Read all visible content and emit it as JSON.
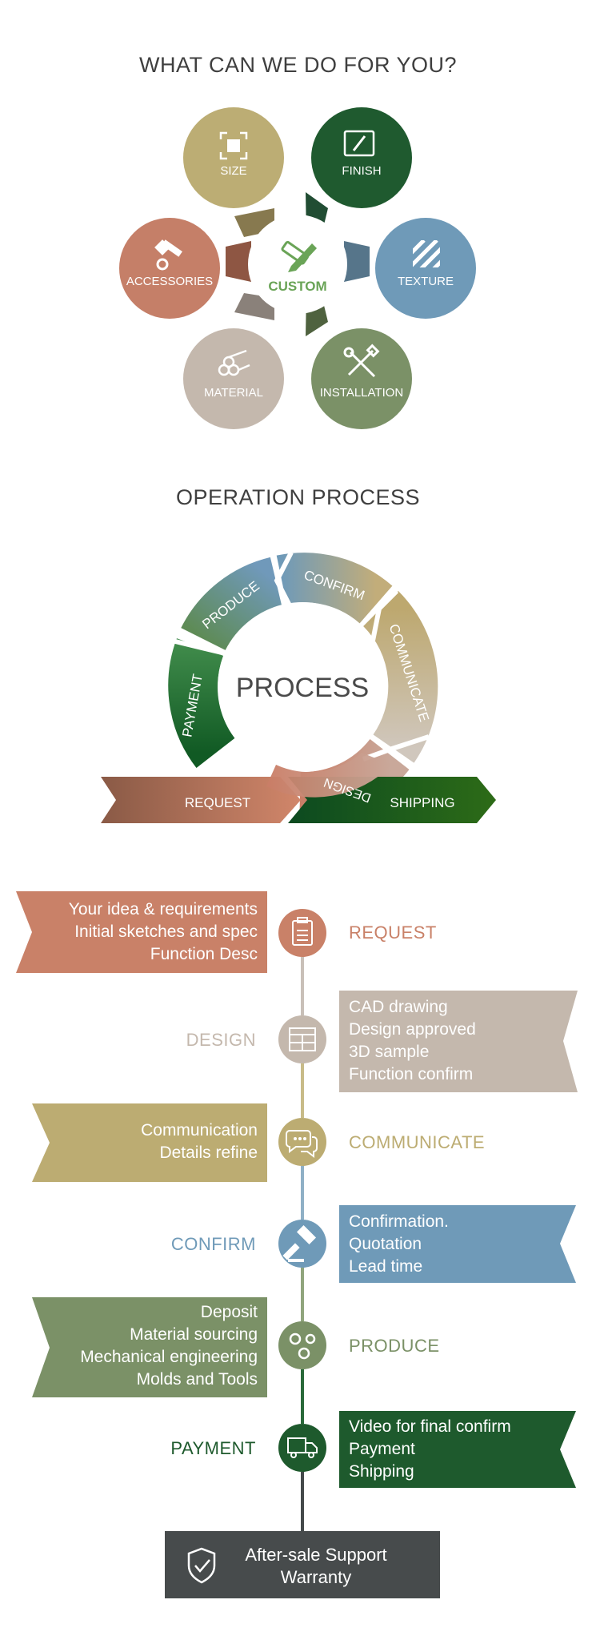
{
  "sections": {
    "services_title": "WHAT CAN WE DO FOR YOU?",
    "process_title": "OPERATION PROCESS"
  },
  "services": {
    "center_label": "CUSTOM",
    "items": [
      {
        "label": "SIZE",
        "color": "#bcad74",
        "icon": "crop-square-icon"
      },
      {
        "label": "FINISH",
        "color": "#1f5a2f",
        "icon": "pen-square-icon"
      },
      {
        "label": "TEXTURE",
        "color": "#6f9ab8",
        "icon": "stripes-icon"
      },
      {
        "label": "INSTALLATION",
        "color": "#7b9167",
        "icon": "tools-icon"
      },
      {
        "label": "MATERIAL",
        "color": "#c4b8ad",
        "icon": "logs-icon"
      },
      {
        "label": "ACCESSORIES",
        "color": "#c57f68",
        "icon": "bolt-icon"
      }
    ]
  },
  "cycle": {
    "center_label": "PROCESS",
    "segments": [
      "CONFIRM",
      "COMMUNICATE",
      "DESIGN",
      "PAYMENT",
      "PRODUCE"
    ],
    "request_label": "REQUEST",
    "shipping_label": "SHIPPING"
  },
  "timeline": {
    "rows": [
      {
        "stage": "REQUEST",
        "color": "#c98168",
        "lines": [
          "Your idea & requirements",
          "Initial sketches and spec",
          "Function Desc"
        ]
      },
      {
        "stage": "DESIGN",
        "color": "#c4b8ad",
        "lines": [
          "CAD drawing",
          "Design approved",
          "3D sample",
          "Function confirm"
        ]
      },
      {
        "stage": "COMMUNICATE",
        "color": "#bcac72",
        "lines": [
          "Communication",
          "Details refine"
        ]
      },
      {
        "stage": "CONFIRM",
        "color": "#6f9ab8",
        "lines": [
          "Confirmation.",
          "Quotation",
          "Lead time"
        ]
      },
      {
        "stage": "PRODUCE",
        "color": "#7b9167",
        "lines": [
          "Deposit",
          "Material sourcing",
          "Mechanical engineering",
          "Molds and Tools"
        ]
      },
      {
        "stage": "PAYMENT",
        "color": "#1e5a2d",
        "lines": [
          "Video for final confirm",
          "Payment",
          "Shipping"
        ]
      }
    ],
    "footer_lines": [
      "After-sale Support",
      "Warranty"
    ]
  }
}
